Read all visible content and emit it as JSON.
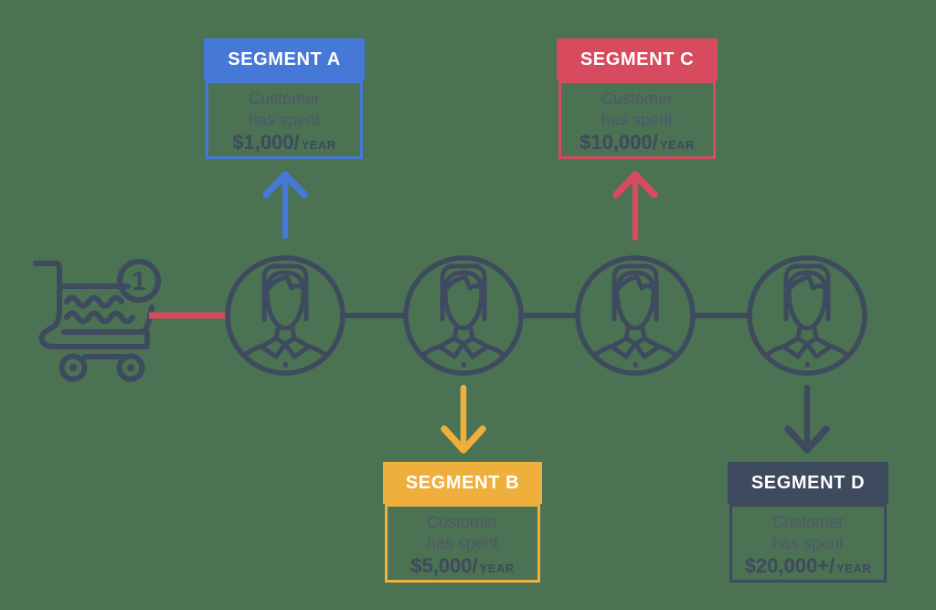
{
  "background_color": "#4b7253",
  "palette": {
    "navy": "#3e4a5e",
    "blue": "#4678d8",
    "red": "#d84a5e",
    "yellow": "#efaf3c",
    "description_text": "#4e586b",
    "header_text": "#ffffff"
  },
  "cart": {
    "icon": "shopping-cart-icon",
    "badge_count": "1",
    "connector_color": "#d84a5e"
  },
  "customers": {
    "icon": "customer-avatar-icon",
    "count": 4
  },
  "segments": [
    {
      "id": "a",
      "label": "SEGMENT A",
      "desc_line1": "Customer",
      "desc_line2": "has spent",
      "amount": "$1,000/",
      "per": "YEAR",
      "color": "#4678d8",
      "arrow": "up"
    },
    {
      "id": "b",
      "label": "SEGMENT B",
      "desc_line1": "Customer",
      "desc_line2": "has spent",
      "amount": "$5,000/",
      "per": "YEAR",
      "color": "#efaf3c",
      "arrow": "down"
    },
    {
      "id": "c",
      "label": "SEGMENT C",
      "desc_line1": "Customer",
      "desc_line2": "has spent",
      "amount": "$10,000/",
      "per": "YEAR",
      "color": "#d84a5e",
      "arrow": "up"
    },
    {
      "id": "d",
      "label": "SEGMENT D",
      "desc_line1": "Customer",
      "desc_line2": "has spent",
      "amount": "$20,000+/",
      "per": "YEAR",
      "color": "#3e4a5e",
      "arrow": "down"
    }
  ]
}
